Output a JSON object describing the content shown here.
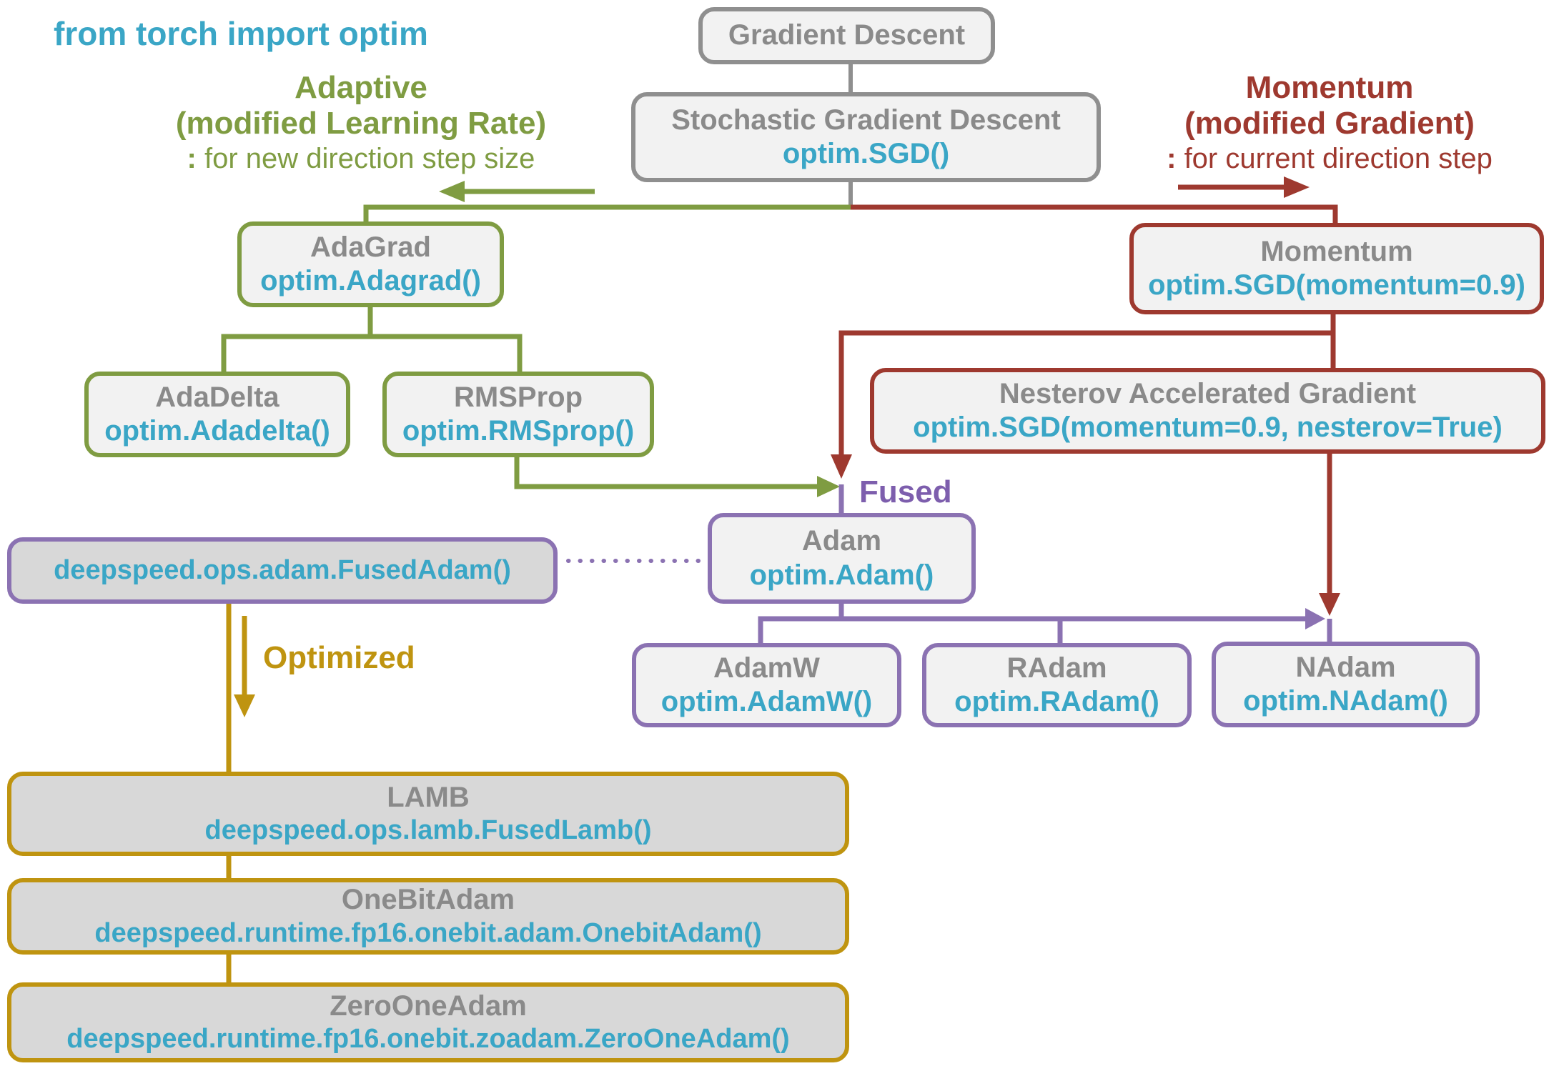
{
  "header": {
    "import_statement": "from torch import optim",
    "adaptive": {
      "title": "Adaptive",
      "subtitle": "(modified Learning Rate)",
      "note_colon": ":",
      "note_text": " for new direction step size"
    },
    "momentum": {
      "title": "Momentum",
      "subtitle": "(modified Gradient)",
      "note_colon": ":",
      "note_text": " for current direction step"
    }
  },
  "labels": {
    "fused": "Fused",
    "optimized": "Optimized"
  },
  "nodes": {
    "gradient_descent": {
      "name": "Gradient Descent"
    },
    "sgd": {
      "name": "Stochastic Gradient Descent",
      "code": "optim.SGD()"
    },
    "adagrad": {
      "name": "AdaGrad",
      "code": "optim.Adagrad()"
    },
    "adadelta": {
      "name": "AdaDelta",
      "code": "optim.Adadelta()"
    },
    "rmsprop": {
      "name": "RMSProp",
      "code": "optim.RMSprop()"
    },
    "momentum": {
      "name": "Momentum",
      "code": "optim.SGD(momentum=0.9)"
    },
    "nesterov": {
      "name": "Nesterov Accelerated Gradient",
      "code": "optim.SGD(momentum=0.9, nesterov=True)"
    },
    "adam": {
      "name": "Adam",
      "code": "optim.Adam()"
    },
    "fused_adam": {
      "code": "deepspeed.ops.adam.FusedAdam()"
    },
    "adamw": {
      "name": "AdamW",
      "code": "optim.AdamW()"
    },
    "radam": {
      "name": "RAdam",
      "code": "optim.RAdam()"
    },
    "nadam": {
      "name": "NAdam",
      "code": "optim.NAdam()"
    },
    "lamb": {
      "name": "LAMB",
      "code": "deepspeed.ops.lamb.FusedLamb()"
    },
    "onebitadam": {
      "name": "OneBitAdam",
      "code": "deepspeed.runtime.fp16.onebit.adam.OnebitAdam()"
    },
    "zerooneadam": {
      "name": "ZeroOneAdam",
      "code": "deepspeed.runtime.fp16.onebit.zoadam.ZeroOneAdam()"
    }
  },
  "colors": {
    "code_text": "#3aa6c6",
    "node_name_text": "#8a8a8a",
    "node_fill": "#f2f2f2",
    "deepspeed_node_fill": "#d8d8d8",
    "gray_border": "#8f8f8f",
    "green": "#7f9c42",
    "dark_red": "#9e392f",
    "purple": "#8b72b2",
    "gold": "#bf9410"
  }
}
